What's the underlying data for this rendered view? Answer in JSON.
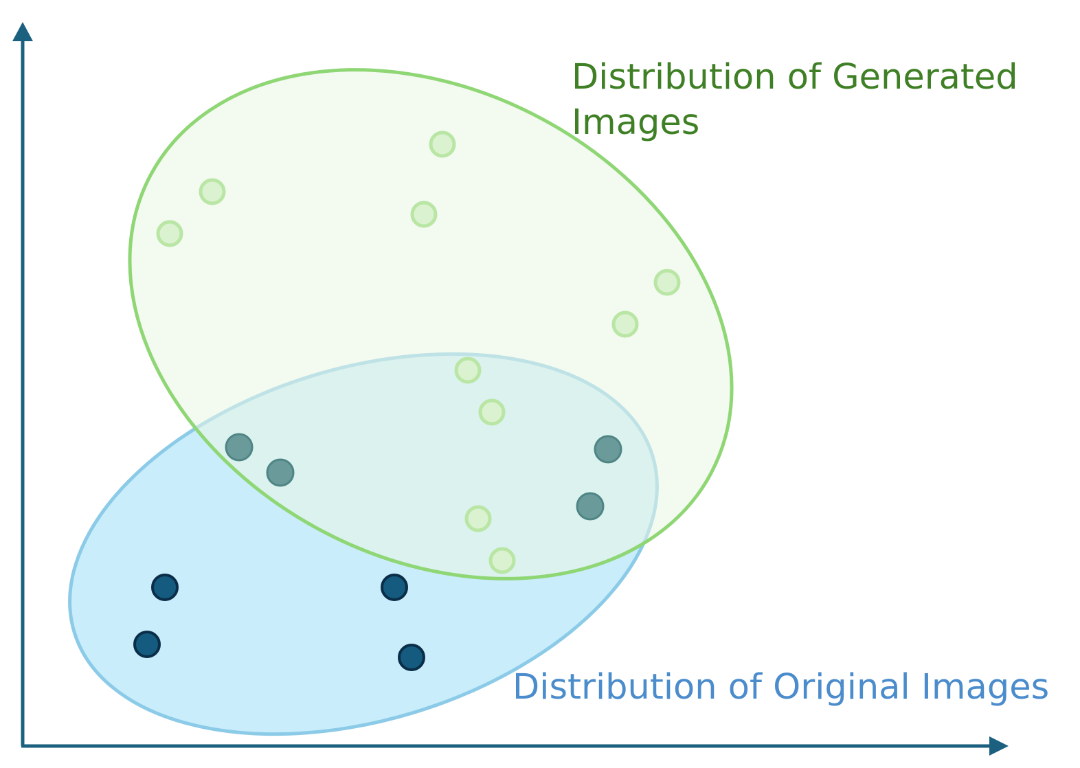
{
  "colors": {
    "axis": "#1c6080",
    "generated_fill": "#e9f6e3",
    "generated_stroke": "#8fd675",
    "generated_label": "#3f7f25",
    "generated_point_fill": "#daf2cf",
    "generated_point_stroke": "#b9e6a4",
    "original_fill": "#c9edfa",
    "original_stroke": "#8ccbe8",
    "original_label": "#4b8ccc",
    "original_point_fill": "#155a7f",
    "original_point_stroke": "#0a2e47",
    "overlap_point_fill": "#6a9a9a",
    "overlap_point_stroke": "#4f8585"
  },
  "labels": {
    "generated_line1": "Distribution of Generated",
    "generated_line2": "Images",
    "original": "Distribution of Original Images"
  },
  "icons": {
    "x_axis": "arrow-right-icon",
    "y_axis": "arrow-up-icon"
  }
}
